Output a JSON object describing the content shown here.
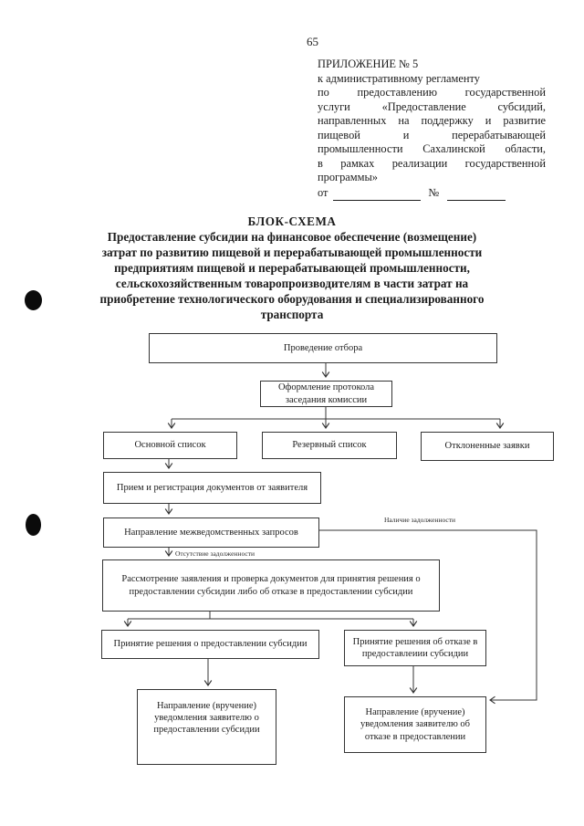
{
  "page": {
    "number": "65"
  },
  "header": {
    "lines": [
      "ПРИЛОЖЕНИЕ № 5",
      "к административному регламенту",
      "по предоставлению государственной",
      "услуги «Предоставление субсидий,",
      "направленных на поддержку и развитие",
      "пищевой и перерабатывающей",
      "промышленности Сахалинской области,",
      "в рамках реализации государственной",
      "программы»"
    ],
    "from_label": "от",
    "number_label": "№"
  },
  "title": {
    "heading": "БЛОК-СХЕМА",
    "lines": [
      "Предоставление субсидии на финансовое обеспечение (возмещение)",
      "затрат по развитию пищевой и перерабатывающей промышленности",
      "предприятиям пищевой и перерабатывающей промышленности,",
      "сельскохозяйственным товаропроизводителям в части затрат на",
      "приобретение технологического оборудования и специализированного",
      "транспорта"
    ]
  },
  "flowchart": {
    "boxes": {
      "selection": "Проведение отбора",
      "protocol": "Оформление протокола заседания комиссии",
      "main_list": "Основной список",
      "reserve_list": "Резервный список",
      "rejected": "Отклоненные заявки",
      "intake": "Прием и регистрация документов от заявителя",
      "requests": "Направление межведомственных запросов",
      "review": "Рассмотрение заявления и проверка документов для принятия решения о предоставлении субсидии либо об отказе в предоставлении субсидии",
      "decision_grant": "Принятие решения о предоставлении субсидии",
      "decision_refuse": "Принятие решения об отказе в предоставлеиии субсидии",
      "notice_grant": "Направление (вручение) уведомления заявителю о предоставлении субсидии",
      "notice_refuse": "Направление (вручение) уведомления заявителю об отказе в предоставлении"
    },
    "edge_labels": {
      "debt_present": "Наличие задолженности",
      "debt_absent": "Отсутствие задолженности"
    }
  },
  "colors": {
    "ink": "#1c1c1c",
    "paper": "#ffffff",
    "line": "#343434"
  }
}
